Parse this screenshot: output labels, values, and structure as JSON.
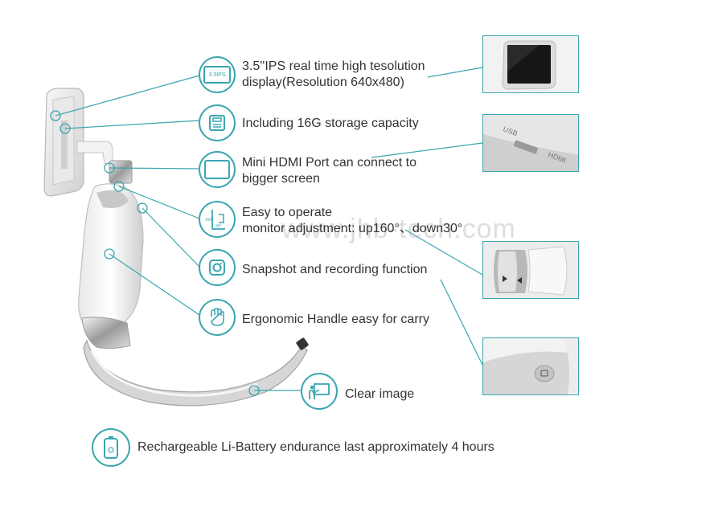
{
  "features": [
    {
      "icon": "display-icon",
      "text_line1": "3.5''IPS real time high tesolution",
      "text_line2": "display(Resolution 640x480)",
      "icon_label": "3.5IPS"
    },
    {
      "icon": "storage-icon",
      "text_line1": "Including 16G storage capacity"
    },
    {
      "icon": "screen-icon",
      "text_line1": "Mini HDMI Port can connect to",
      "text_line2": "bigger screen"
    },
    {
      "icon": "rotate-icon",
      "text_line1": "Easy to operate",
      "text_line2": "monitor adjustment: up160°、down30°",
      "icon_label_a": "160°",
      "icon_label_b": "30°"
    },
    {
      "icon": "camera-icon",
      "text_line1": "Snapshot and recording function"
    },
    {
      "icon": "hand-icon",
      "text_line1": "Ergonomic Handle easy for carry"
    },
    {
      "icon": "image-icon",
      "text_line1": "Clear image"
    },
    {
      "icon": "battery-icon",
      "text_line1": "Rechargeable  Li-Battery endurance last approximately  4 hours"
    }
  ],
  "thumbnails": {
    "usb_label": "USB",
    "hdmi_label": "HDMI"
  },
  "watermark": "www.jhb-tech.com",
  "colors": {
    "accent": "#3aa6b0",
    "text": "#333333"
  }
}
